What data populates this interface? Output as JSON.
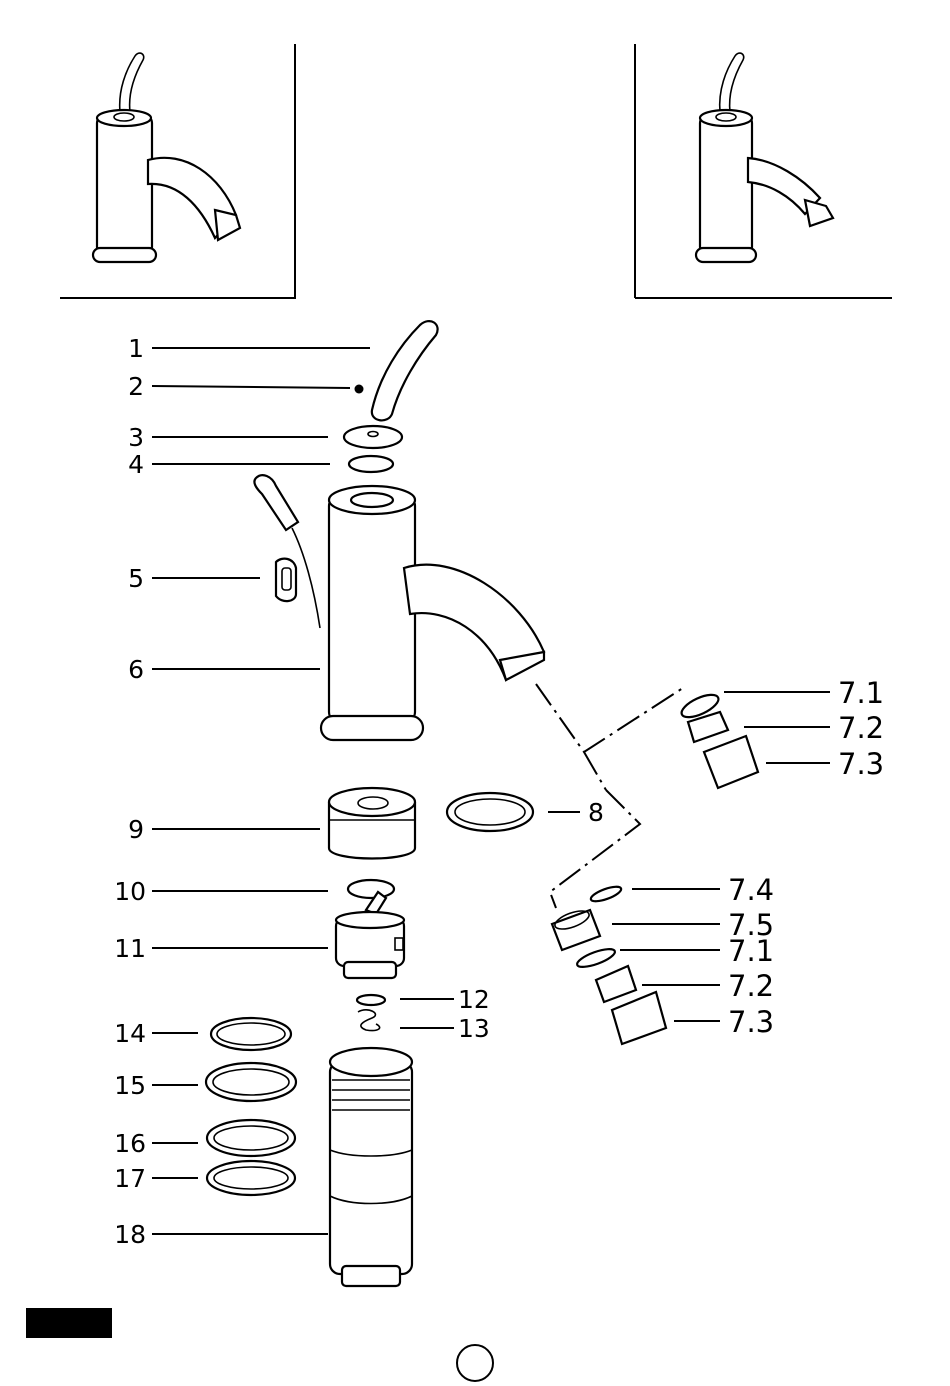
{
  "diagram": {
    "callouts": {
      "p1": "1",
      "p2": "2",
      "p3": "3",
      "p4": "4",
      "p5": "5",
      "p6": "6",
      "p7_1a": "7.1",
      "p7_2a": "7.2",
      "p7_3a": "7.3",
      "p8": "8",
      "p9": "9",
      "p7_4": "7.4",
      "p7_5": "7.5",
      "p7_1b": "7.1",
      "p7_2b": "7.2",
      "p7_3b": "7.3",
      "p10": "10",
      "p11": "11",
      "p12": "12",
      "p13": "13",
      "p14": "14",
      "p15": "15",
      "p16": "16",
      "p17": "17",
      "p18": "18"
    }
  }
}
